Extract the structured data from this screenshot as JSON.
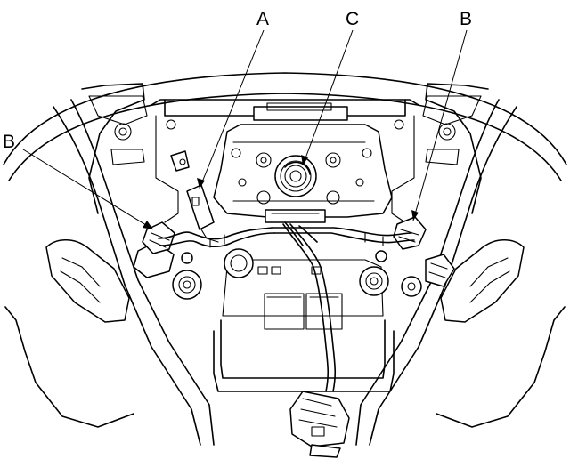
{
  "callouts": {
    "a": "A",
    "b_left": "B",
    "b_right": "B",
    "c": "C"
  },
  "colors": {
    "line": "#000000",
    "background": "#ffffff"
  }
}
